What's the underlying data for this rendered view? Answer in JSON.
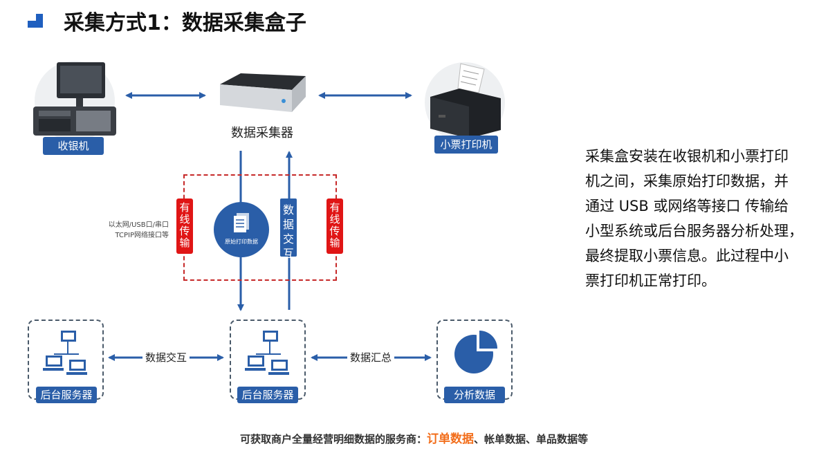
{
  "header": {
    "title": "采集方式1：数据采集盒子"
  },
  "nodes": {
    "pos": {
      "label": "收银机"
    },
    "collector": {
      "label": "数据采集器"
    },
    "printer": {
      "label": "小票打印机"
    },
    "server_left": {
      "label": "后台服务器"
    },
    "server_center": {
      "label": "后台服务器"
    },
    "analysis": {
      "label": "分析数据"
    }
  },
  "transfer": {
    "wired_left": "有线传输",
    "wired_right": "有线传输",
    "data_exchange_vertical": "数据交互",
    "raw_data_label": "原始打印数据",
    "interface_note": [
      "以太网/USB口/串口",
      "TCPIP网络接口等"
    ]
  },
  "edges": {
    "exchange": "数据交互",
    "aggregate": "数据汇总"
  },
  "description": {
    "lines": [
      "采集盒安装在收银机和小票打印",
      "机之间，采集原始打印数据，并",
      "通过 USB 或网络等接口 传输给",
      "小型系统或后台服务器分析处理，",
      "最终提取小票信息。此过程中小",
      "票打印机正常打印。"
    ]
  },
  "footer": {
    "prefix": "可获取商户全量经营明细数据的服务商：",
    "highlight": "订单数据",
    "suffix": "、帐单数据、单品数据等"
  },
  "colors": {
    "primary_blue": "#2a5ea8",
    "wired_red": "#e01515",
    "highlight_orange": "#f26d1a"
  },
  "icons": [
    "pos-terminal-icon",
    "collector-box-icon",
    "receipt-printer-icon",
    "document-icon",
    "network-computers-icon",
    "pie-chart-icon"
  ]
}
